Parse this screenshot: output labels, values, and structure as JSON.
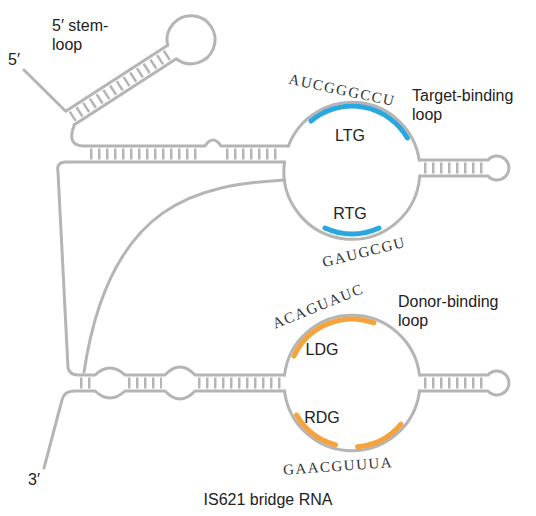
{
  "diagram": {
    "caption": "IS621 bridge RNA",
    "labels": [
      "5′",
      "5′ stem- loop",
      "AUCGGGCCU",
      "Target-binding loop",
      "LTG",
      "RTG",
      "GAUGCGU",
      "ACAGUAUC",
      "Donor-binding loop",
      "LDG",
      "RDG",
      "GAACGUUUA",
      "3′"
    ]
  }
}
